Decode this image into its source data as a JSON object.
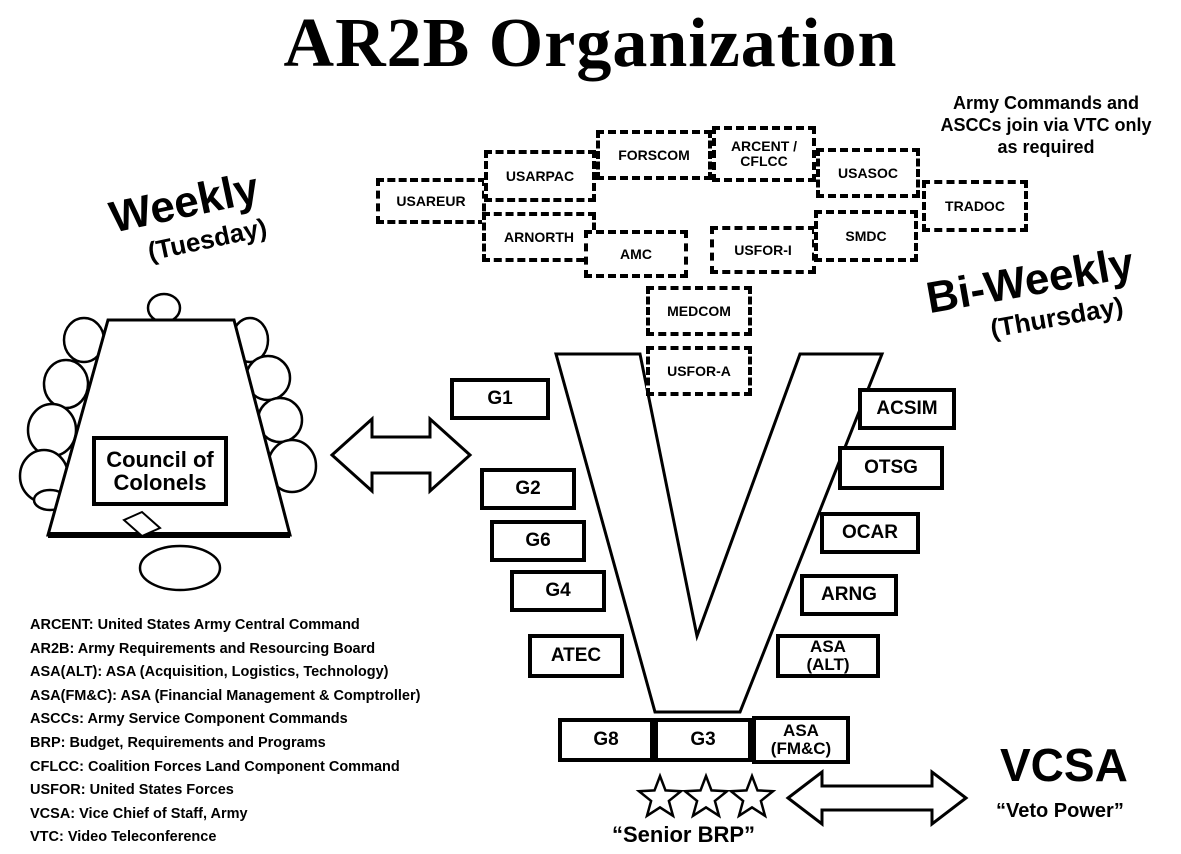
{
  "title": "AR2B Organization",
  "weekly": {
    "label": "Weekly",
    "sub": "(Tuesday)"
  },
  "biweekly": {
    "label": "Bi-Weekly",
    "sub": "(Thursday)"
  },
  "vtc_note": [
    "Army Commands and",
    "ASCCs join via VTC only",
    "as required"
  ],
  "council": {
    "line1": "Council of",
    "line2": "Colonels"
  },
  "dashed_boxes": {
    "usareur": "USAREUR",
    "usarpac": "USARPAC",
    "forscom": "FORSCOM",
    "arcent1": "ARCENT /",
    "arcent2": "CFLCC",
    "usasoc": "USASOC",
    "tradoc": "TRADOC",
    "arnorth": "ARNORTH",
    "amc": "AMC",
    "usfor_i": "USFOR-I",
    "smdc": "SMDC",
    "medcom": "MEDCOM",
    "usfor_a": "USFOR-A"
  },
  "boxes": {
    "g1": "G1",
    "g2": "G2",
    "g6": "G6",
    "g4": "G4",
    "atec": "ATEC",
    "acsim": "ACSIM",
    "otsg": "OTSG",
    "ocar": "OCAR",
    "arng": "ARNG",
    "asa_alt1": "ASA",
    "asa_alt2": "(ALT)",
    "g8": "G8",
    "g3": "G3",
    "asa_fmc1": "ASA",
    "asa_fmc2": "(FM&C)"
  },
  "legend": [
    "ARCENT: United States Army Central Command",
    "AR2B: Army Requirements and Resourcing Board",
    "ASA(ALT): ASA (Acquisition, Logistics, Technology)",
    "ASA(FM&C): ASA (Financial Management & Comptroller)",
    "ASCCs: Army Service Component Commands",
    "BRP: Budget, Requirements and Programs",
    "CFLCC: Coalition Forces Land Component Command",
    "USFOR: United States Forces",
    "VCSA: Vice Chief of Staff, Army",
    "VTC: Video Teleconference"
  ],
  "vcsa": "VCSA",
  "veto": "“Veto Power”",
  "senior": "“Senior BRP”"
}
